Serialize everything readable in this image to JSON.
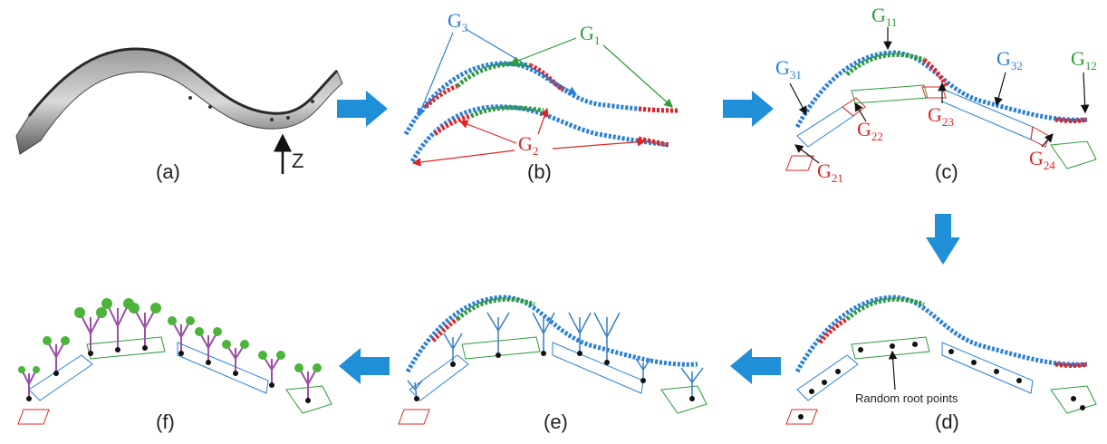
{
  "panels": {
    "a": {
      "label": "(a)",
      "axis_label": "Z"
    },
    "b": {
      "label": "(b)"
    },
    "c": {
      "label": "(c)"
    },
    "d": {
      "label": "(d)",
      "annotation": "Random root points"
    },
    "e": {
      "label": "(e)"
    },
    "f": {
      "label": "(f)"
    }
  },
  "groups": {
    "b": {
      "g1": {
        "base": "G",
        "sub": "1"
      },
      "g2": {
        "base": "G",
        "sub": "2"
      },
      "g3": {
        "base": "G",
        "sub": "3"
      }
    },
    "c": {
      "g11": {
        "base": "G",
        "sub": "11"
      },
      "g12": {
        "base": "G",
        "sub": "12"
      },
      "g21": {
        "base": "G",
        "sub": "21"
      },
      "g22": {
        "base": "G",
        "sub": "22"
      },
      "g23": {
        "base": "G",
        "sub": "23"
      },
      "g24": {
        "base": "G",
        "sub": "24"
      },
      "g31": {
        "base": "G",
        "sub": "31"
      },
      "g32": {
        "base": "G",
        "sub": "32"
      }
    }
  },
  "colors": {
    "green": "#2e9a3a",
    "red": "#e02424",
    "blue": "#2a7fd6",
    "arrow": "#1f8fd8",
    "black": "#111111",
    "purple": "#9b4fa8"
  }
}
